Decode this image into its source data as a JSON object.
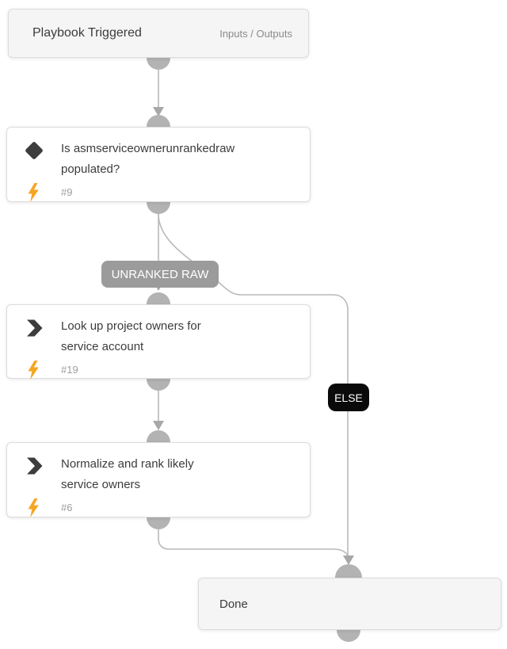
{
  "diagram": {
    "trigger": {
      "title": "Playbook Triggered",
      "io_label": "Inputs / Outputs"
    },
    "condition": {
      "title_lines": [
        "Is asmserviceownerunrankedraw",
        "populated?"
      ],
      "task_id": "#9"
    },
    "lookup": {
      "title_lines": [
        "Look up project owners for",
        "service account"
      ],
      "task_id": "#19"
    },
    "normalize": {
      "title_lines": [
        "Normalize and rank likely",
        "service owners"
      ],
      "task_id": "#6"
    },
    "done": {
      "title": "Done"
    },
    "branch_labels": {
      "condition_true": "UNRANKED RAW",
      "condition_else": "ELSE"
    }
  },
  "icons": {
    "condition": "diamond-icon",
    "task": "chevron-right-icon",
    "automation": "lightning-bolt-icon"
  },
  "colors": {
    "bolt_accent": "#F5A623",
    "node_icon": "#3D3D3D",
    "badge_gray": "#9B9B9B",
    "badge_black": "#0A0A0A",
    "connector": "#B9B9B9",
    "port": "#B3B3B3",
    "terminal_node_bg": "#F5F5F5"
  }
}
